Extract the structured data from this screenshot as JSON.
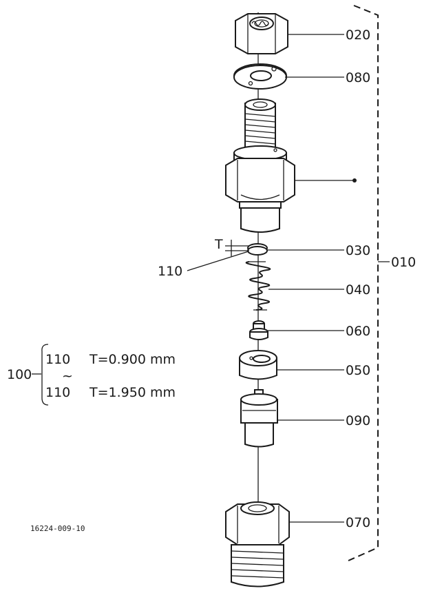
{
  "callouts": {
    "c020": "020",
    "c080": "080",
    "c030": "030",
    "c040": "040",
    "c060": "060",
    "c050": "050",
    "c090": "090",
    "c070": "070",
    "c010": "010",
    "c110": "110",
    "c100": "100"
  },
  "thickness_mark": "T",
  "shim_options": {
    "tilde": "~",
    "rows": [
      {
        "part": "110",
        "spec": "T=0.900 mm"
      },
      {
        "part": "110",
        "spec": "T=1.950 mm"
      }
    ]
  },
  "drawing_number": "16224-009-10"
}
